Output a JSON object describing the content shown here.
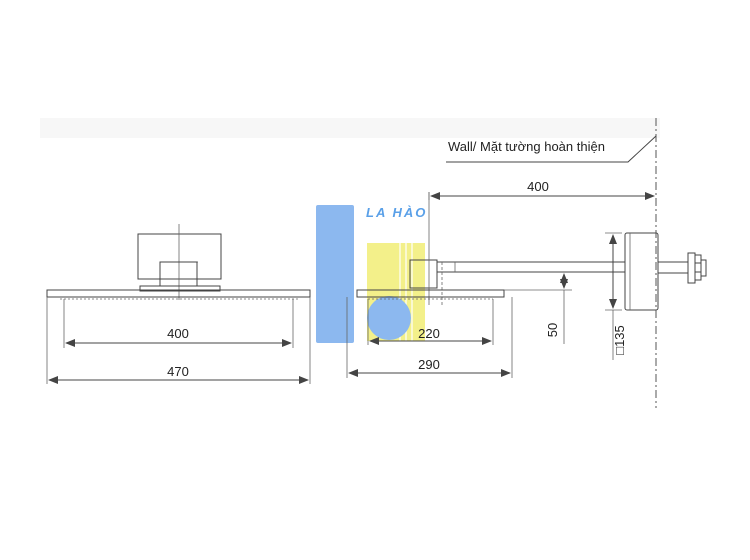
{
  "wall_label": "Wall/ Mặt tường hoàn thiện",
  "logo": {
    "text": "LA HÀO",
    "blue": "#8cb8ef",
    "yellow": "#f3f08a",
    "text_color": "#5aa0e8"
  },
  "front_view": {
    "inner_width": "400",
    "overall_width": "470"
  },
  "side_view": {
    "arm_length": "400",
    "head_depth": "220",
    "overall_depth": "290",
    "drop": "50",
    "flange": "□135"
  }
}
